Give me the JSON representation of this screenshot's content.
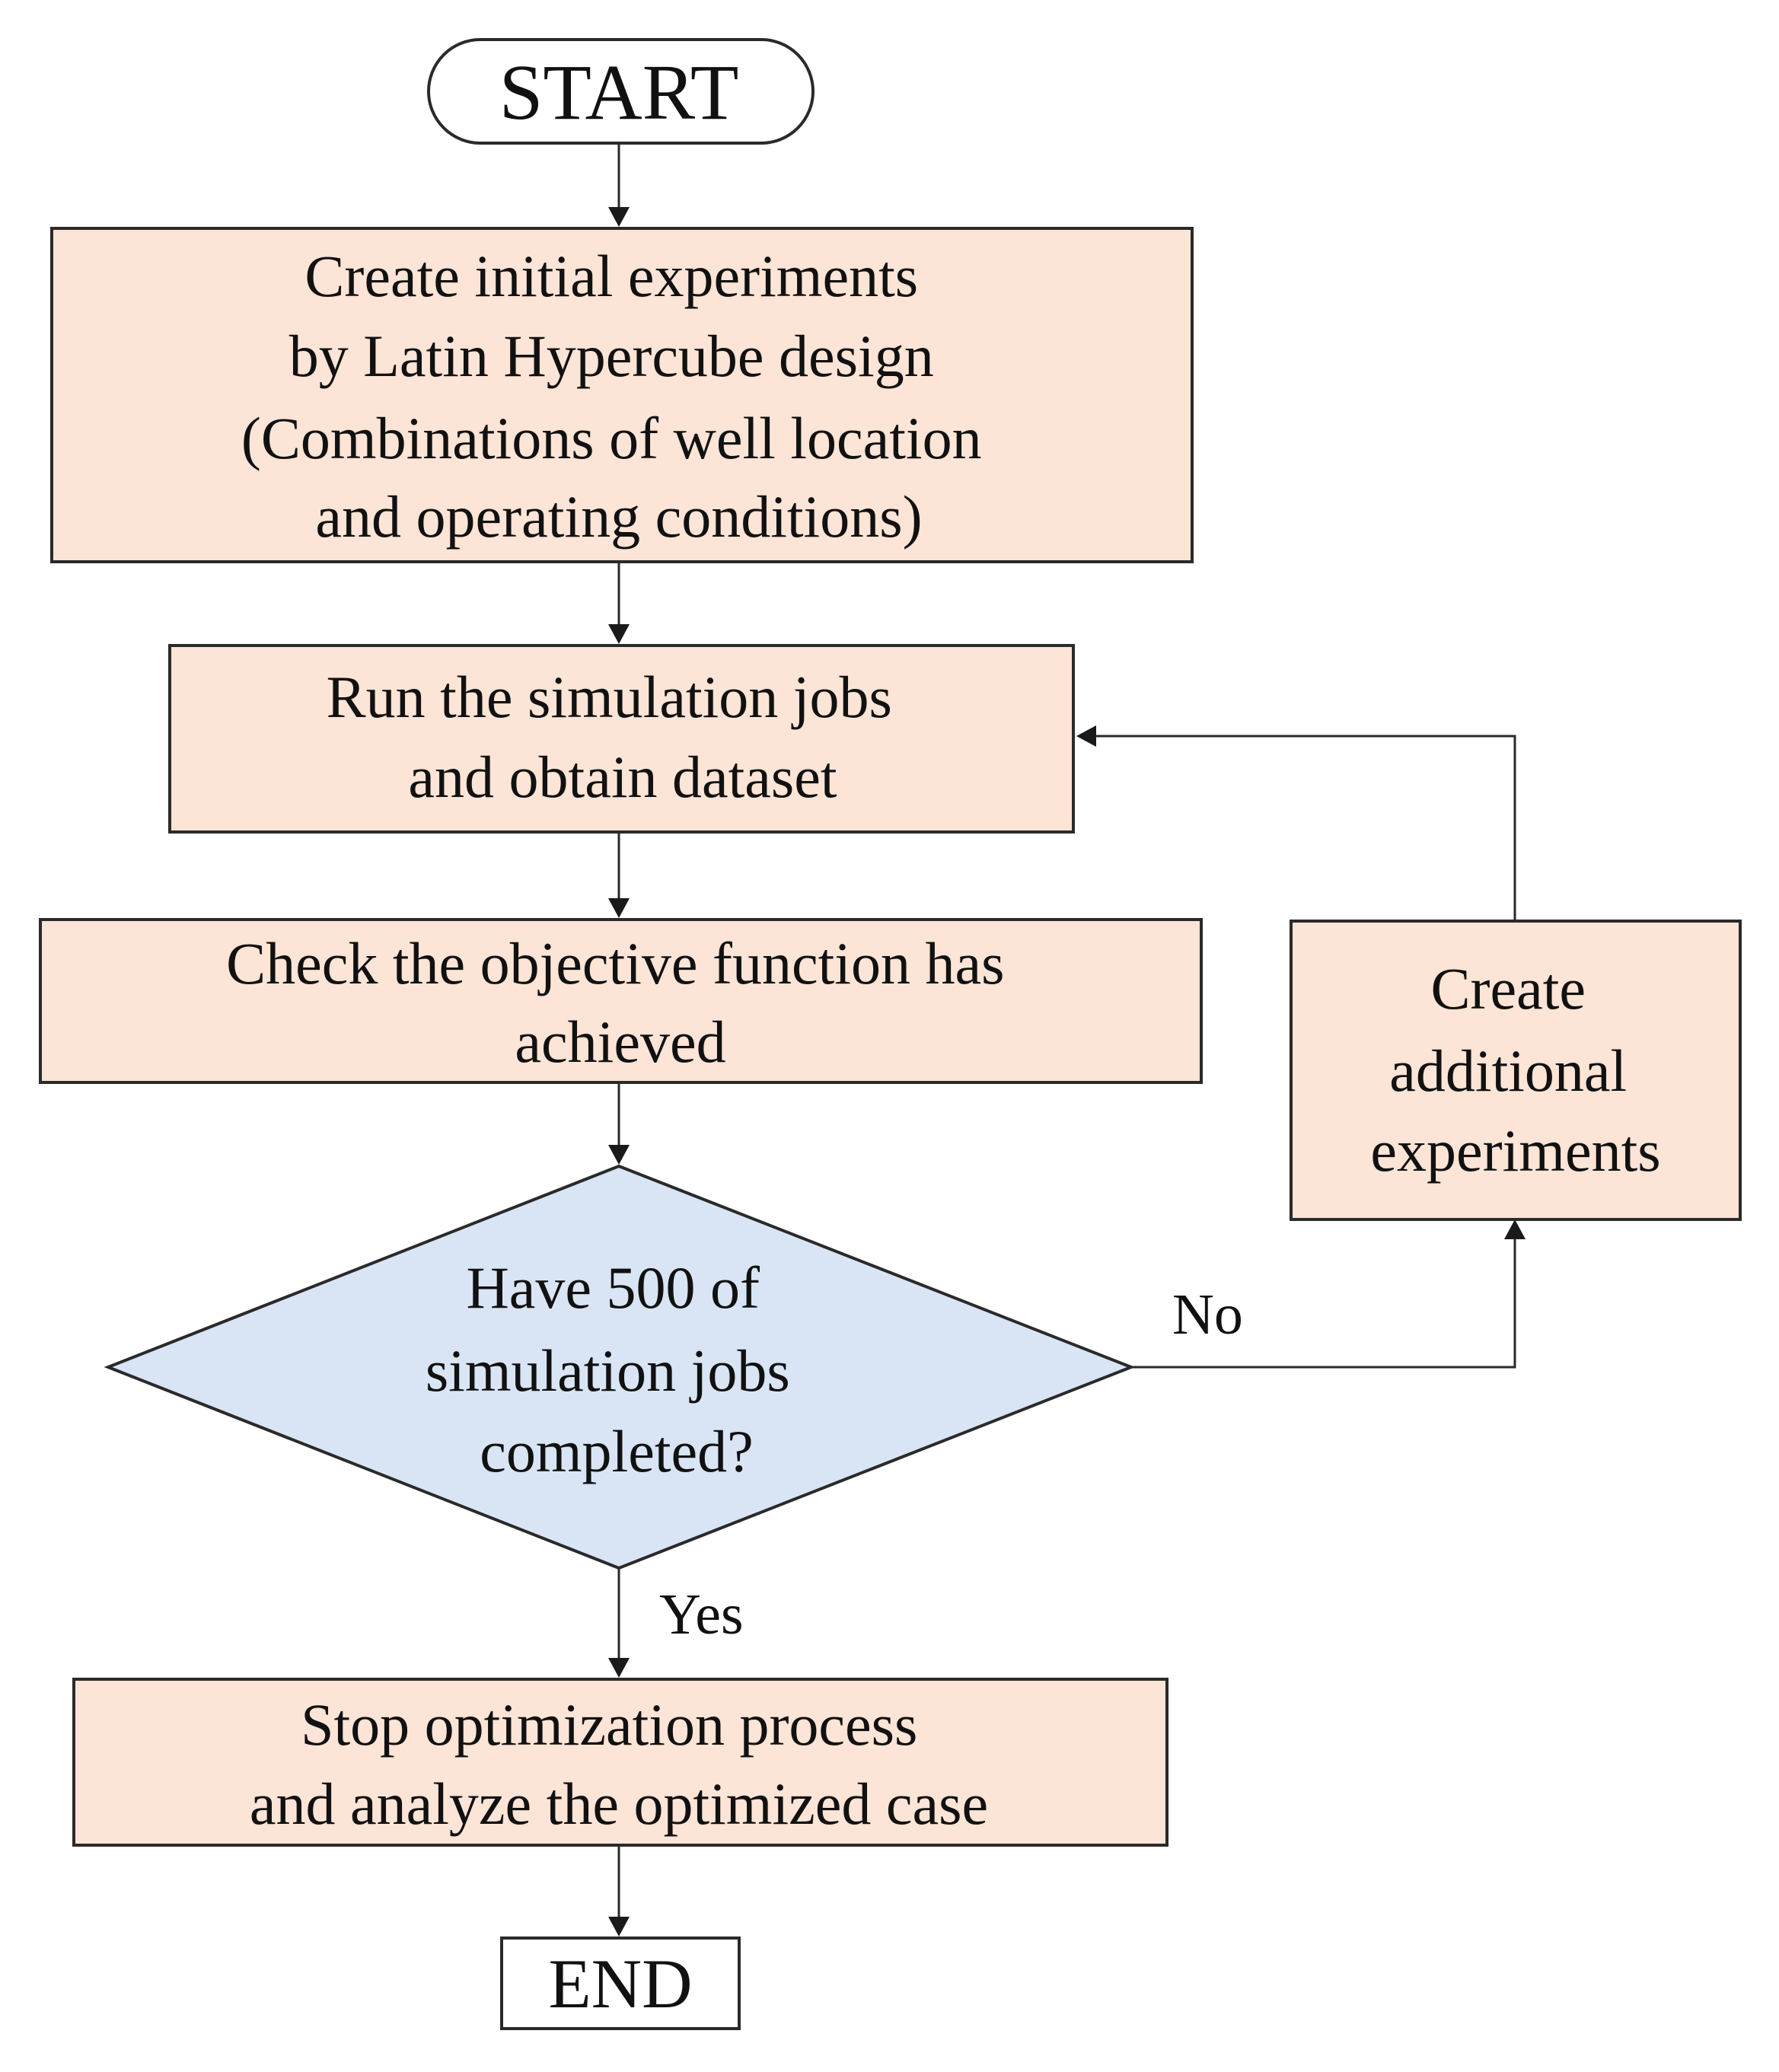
{
  "colors": {
    "process_fill": "#fce4d6",
    "decision_fill": "#d9e5f4",
    "terminal_fill": "#ffffff",
    "stroke": "#2a2a2a"
  },
  "nodes": {
    "start": {
      "lines": [
        "START"
      ]
    },
    "create_initial": {
      "lines": [
        "Create initial experiments",
        "by Latin Hypercube design",
        "(Combinations of well location",
        "and operating conditions)"
      ]
    },
    "run_simulation": {
      "lines": [
        "Run the simulation jobs",
        "and obtain dataset"
      ]
    },
    "check_objective": {
      "lines": [
        "Check the objective function has",
        "achieved"
      ]
    },
    "decision": {
      "lines": [
        "Have 500 of",
        "simulation jobs",
        "completed?"
      ]
    },
    "create_additional": {
      "lines": [
        "Create",
        "additional",
        "experiments"
      ]
    },
    "stop": {
      "lines": [
        "Stop optimization process",
        "and analyze the optimized case"
      ]
    },
    "end": {
      "lines": [
        "END"
      ]
    }
  },
  "edge_labels": {
    "no": "No",
    "yes": "Yes"
  }
}
